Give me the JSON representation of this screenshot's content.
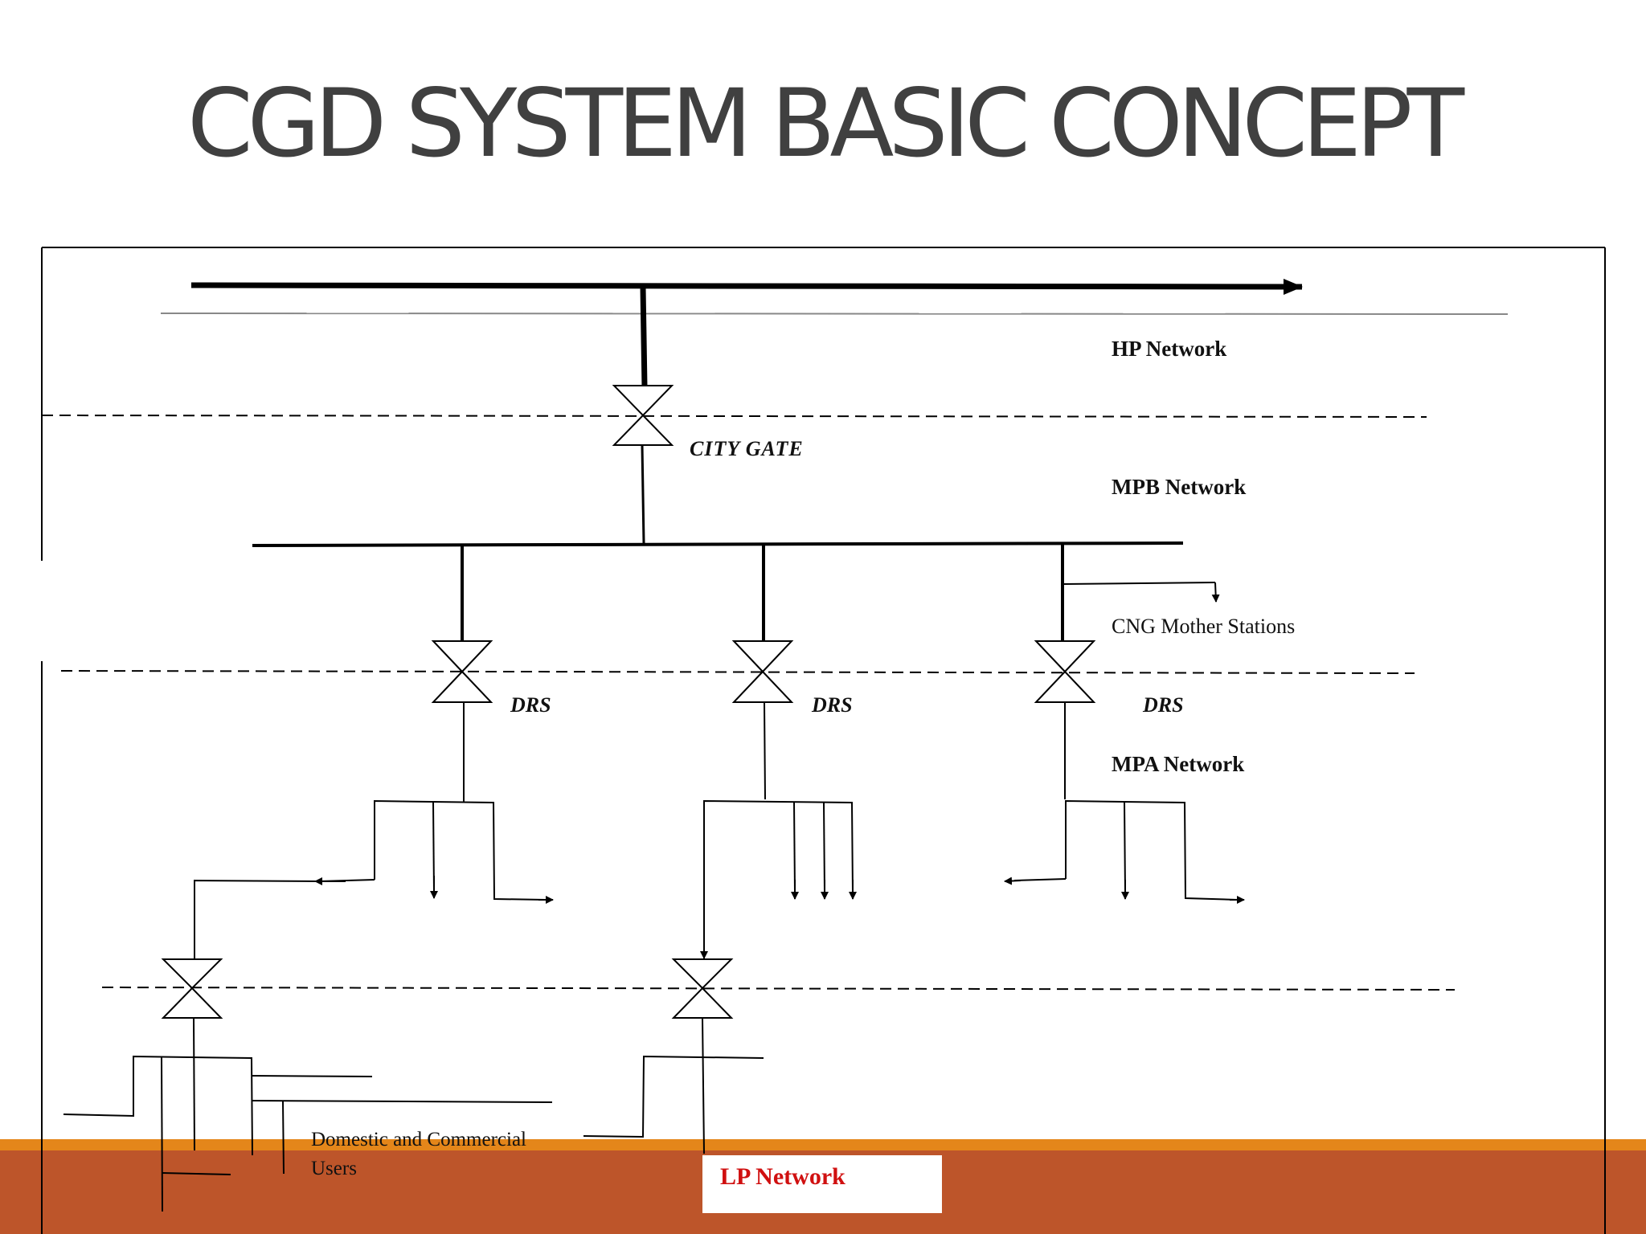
{
  "title": "CGD SYSTEM BASIC CONCEPT",
  "labels": {
    "hp_network": "HP Network",
    "city_gate": "CITY GATE",
    "mpb_network": "MPB Network",
    "cng_mother_stations": "CNG Mother Stations",
    "drs_1": "DRS",
    "drs_2": "DRS",
    "drs_3": "DRS",
    "mpa_network": "MPA Network",
    "domestic_users_line1": "Domestic and Commercial",
    "domestic_users_line2": "Users",
    "lp_network": "LP Network"
  },
  "colors": {
    "title": "#404040",
    "footer_band": "#bd552a",
    "footer_accent": "#e4861a",
    "lp_label": "#d01010"
  }
}
